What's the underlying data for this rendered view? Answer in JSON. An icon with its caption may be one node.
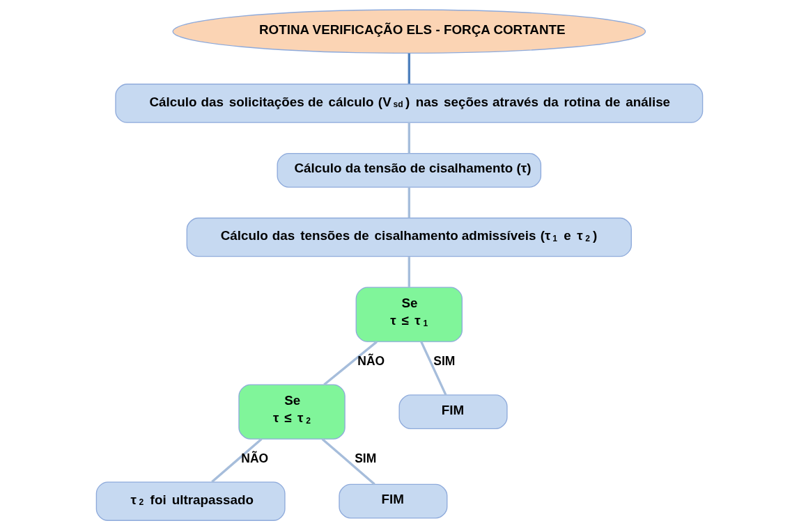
{
  "diagram": {
    "nodes": [
      {
        "text": [
          "ROTINA VERIFICAÇÃO ELS - FORÇA CORTANTE"
        ]
      },
      {
        "text": [
          "Cálculo das solicitações de cálculo (V$_{sd}$) nas seções através da rotina de análise"
        ]
      },
      {
        "text": [
          "Cálculo da tensão de cisalhamento (τ)"
        ]
      },
      {
        "text": [
          "Cálculo das tensões de cisalhamento admissíveis (τ$_{1}$ e τ$_{2}$)"
        ]
      },
      {
        "text": [
          "Se",
          "τ ≤ τ$_{1}$"
        ]
      },
      {
        "text": [
          "Se",
          "τ ≤ τ$_{2}$"
        ]
      },
      {
        "text": [
          "FIM"
        ]
      },
      {
        "text": [
          "τ$_{2}$ foi ultrapassado"
        ]
      },
      {
        "text": [
          "FIM"
        ]
      }
    ],
    "edges": [
      {
        "from": 0,
        "to": 1,
        "arrow": "none",
        "color": "#4f81bd"
      },
      {
        "from": 1,
        "to": 2,
        "arrow": "none"
      },
      {
        "from": 2,
        "to": 3,
        "arrow": "none"
      },
      {
        "from": 3,
        "to": 4,
        "arrow": "none"
      },
      {
        "from": 4,
        "to": 5,
        "arrow": "none",
        "label": "NÃO"
      },
      {
        "from": 4,
        "to": 6,
        "arrow": "none",
        "label": "SIM"
      },
      {
        "from": 5,
        "to": 7,
        "arrow": "none",
        "label": "NÃO"
      },
      {
        "from": 5,
        "to": 8,
        "arrow": "none",
        "label": "SIM"
      }
    ]
  }
}
